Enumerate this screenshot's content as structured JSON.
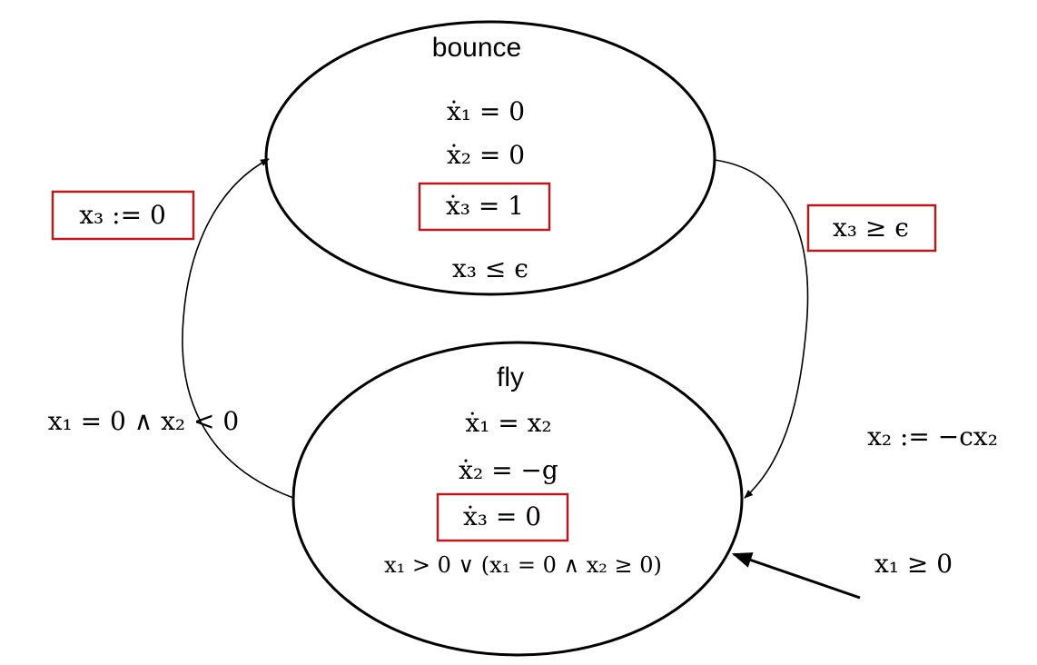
{
  "states": {
    "bounce": {
      "name": "bounce",
      "flow": [
        "ẋ₁ = 0",
        "ẋ₂ = 0",
        "ẋ₃ = 1"
      ],
      "invariant": "x₃ ≤ ϵ"
    },
    "fly": {
      "name": "fly",
      "flow": [
        "ẋ₁ = x₂",
        "ẋ₂ = −g",
        "ẋ₃ = 0"
      ],
      "invariant": "x₁ > 0 ∨ (x₁ = 0 ∧ x₂ ≥ 0)"
    }
  },
  "transitions": {
    "fly_to_bounce": {
      "guard": "x₁ = 0 ∧ x₂ < 0",
      "reset": "x₃ := 0"
    },
    "bounce_to_fly": {
      "guard": "x₃ ≥ ϵ",
      "reset": "x₂ := −cx₂"
    },
    "initial": {
      "condition": "x₁ ≥ 0"
    }
  },
  "colors": {
    "highlight": "#b01c22",
    "stroke": "#000000"
  }
}
